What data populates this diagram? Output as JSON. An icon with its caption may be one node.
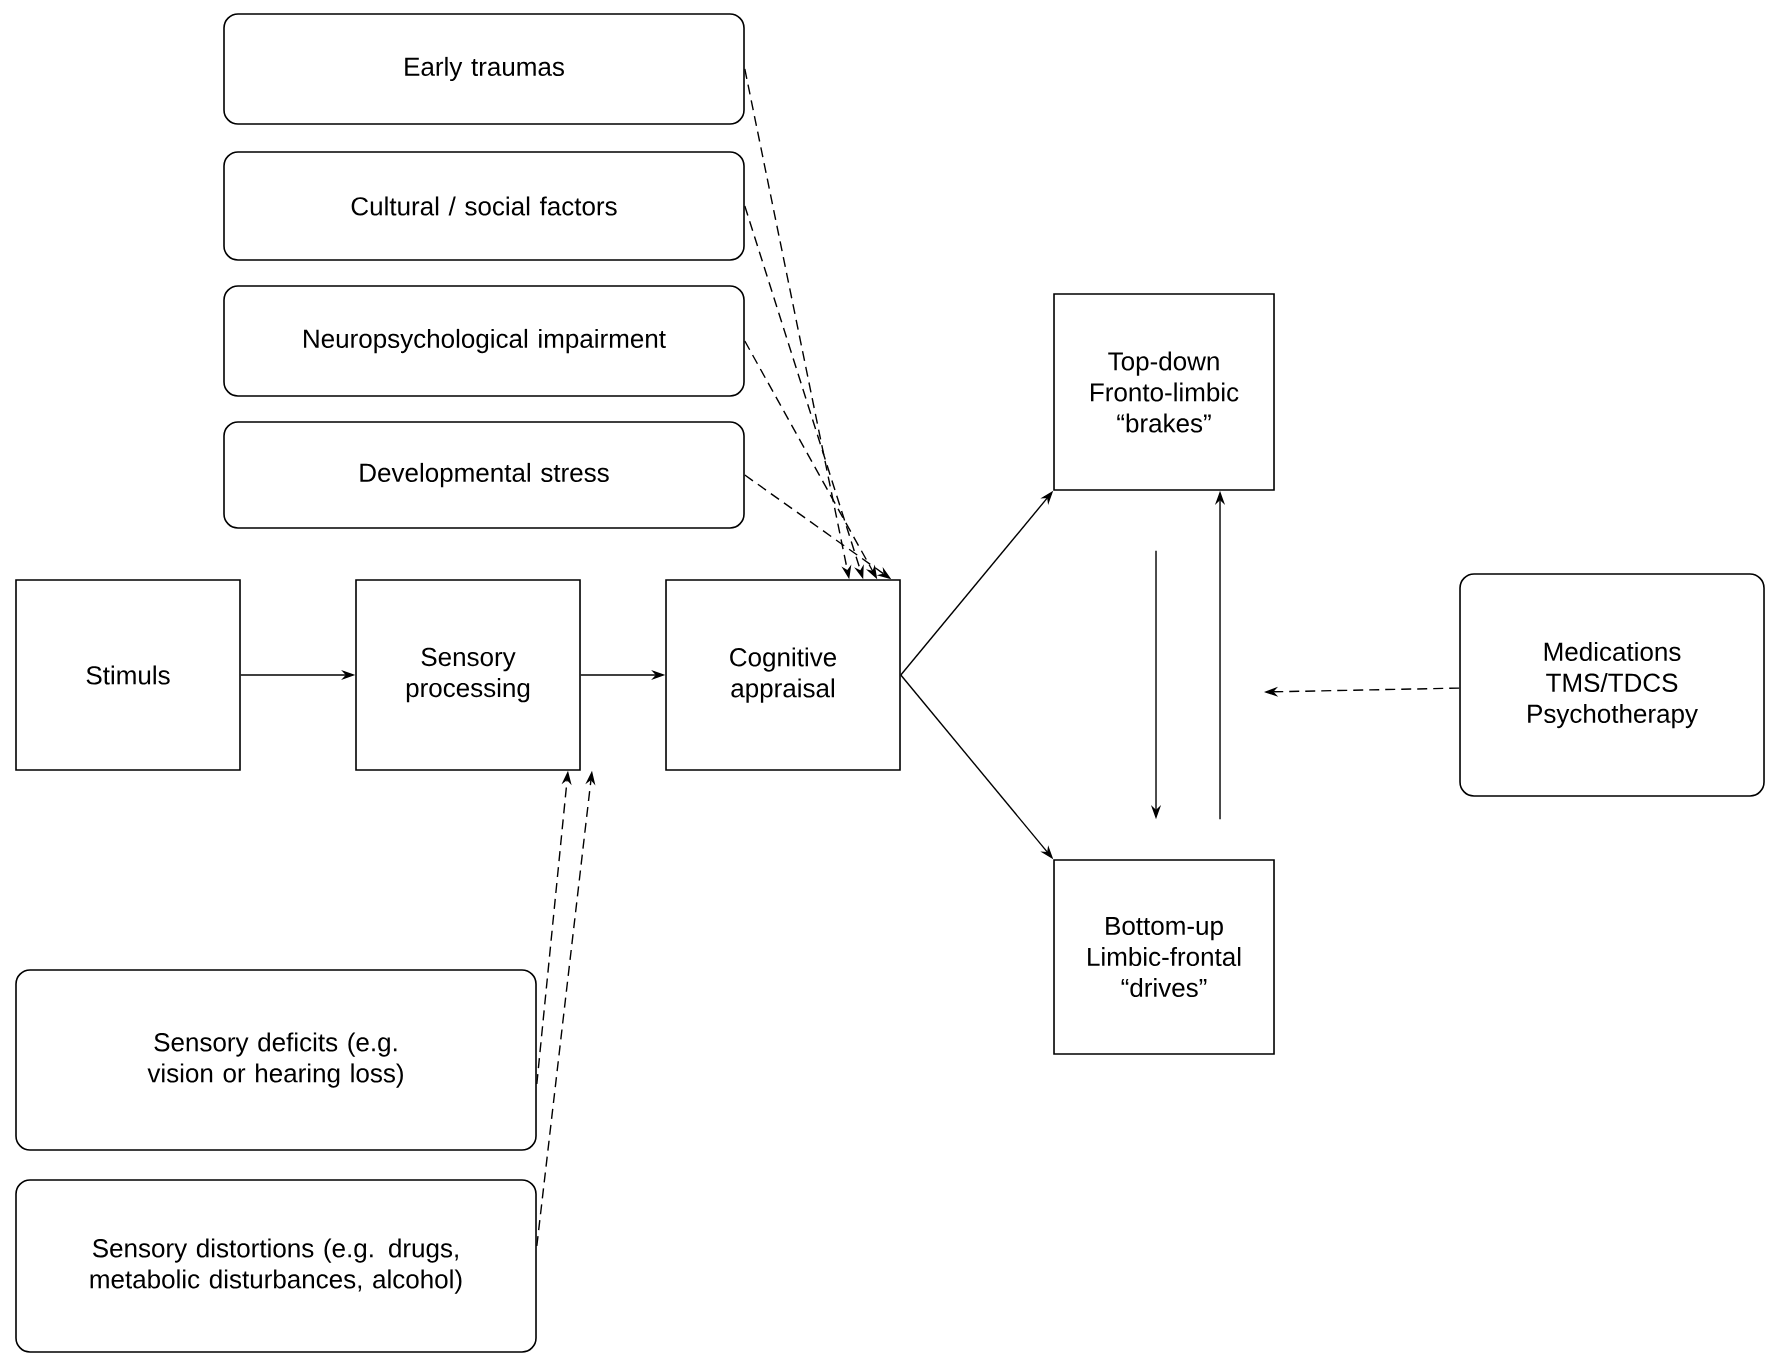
{
  "diagram": {
    "nodes": [
      {
        "text": [
          "Early traumas"
        ]
      },
      {
        "text": [
          "Cultural / social factors"
        ]
      },
      {
        "text": [
          "Neuropsychological impairment"
        ]
      },
      {
        "text": [
          "Developmental stress"
        ]
      },
      {
        "text": [
          "Stimuls"
        ]
      },
      {
        "text": [
          "Sensory processing"
        ]
      },
      {
        "text": [
          "Cognitive appraisal"
        ]
      },
      {
        "text": [
          "Top-down Fronto-limbic “brakes”"
        ]
      },
      {
        "text": [
          "Bottom-up Limbic-frontal “drives”"
        ]
      },
      {
        "text": [
          "Medications TMS/TDCS Psychotherapy"
        ]
      },
      {
        "text": [
          "Sensory deficits (e.g. vision or hearing loss)"
        ]
      },
      {
        "text": [
          "Sensory distortions (e.g. drugs, metabolic disturbances, alcohol)"
        ]
      }
    ],
    "edges": [
      {
        "from": 0,
        "to": 6,
        "arrow": "to",
        "style": "dashed"
      },
      {
        "from": 1,
        "to": 6,
        "arrow": "to",
        "style": "dashed"
      },
      {
        "from": 2,
        "to": 6,
        "arrow": "to",
        "style": "dashed"
      },
      {
        "from": 3,
        "to": 6,
        "arrow": "to",
        "style": "dashed"
      },
      {
        "from": 4,
        "to": 5,
        "arrow": "to"
      },
      {
        "from": 5,
        "to": 6,
        "arrow": "to"
      },
      {
        "from": 6,
        "to": 7,
        "arrow": "to"
      },
      {
        "from": 6,
        "to": 8,
        "arrow": "to"
      },
      {
        "from": 7,
        "to": 8,
        "arrow": "to"
      },
      {
        "from": 8,
        "to": 7,
        "arrow": "to"
      },
      {
        "from": 9,
        "to": null,
        "arrow": "to",
        "style": "dashed"
      },
      {
        "from": 10,
        "to": 5,
        "arrow": "to",
        "style": "dashed"
      },
      {
        "from": 11,
        "to": 5,
        "arrow": "to",
        "style": "dashed"
      }
    ]
  }
}
